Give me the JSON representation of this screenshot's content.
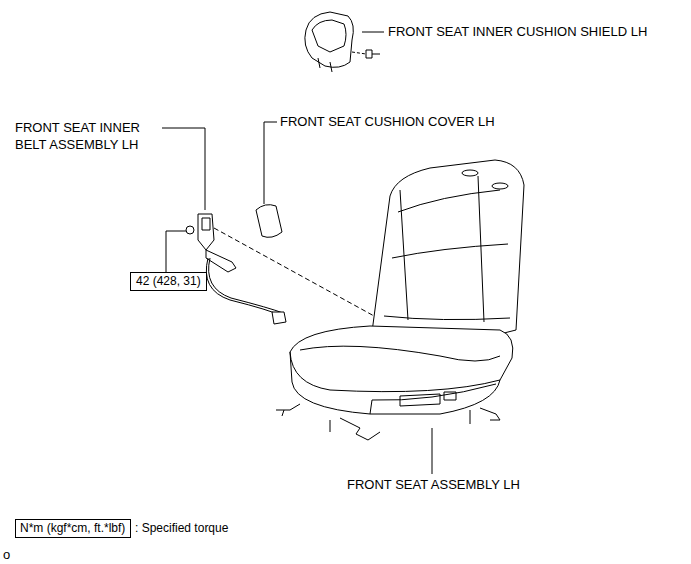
{
  "diagram": {
    "nodes": [
      {
        "text": [
          "42 (428, 31)"
        ]
      },
      {
        "text": [
          "N*m (kgf*cm, ft.*lbf)"
        ]
      }
    ],
    "labels": [
      "FRONT SEAT INNER CUSHION SHIELD LH",
      "FRONT SEAT INNER BELT ASSEMBLY LH",
      "FRONT SEAT CUSHION COVER LH",
      "FRONT SEAT ASSEMBLY LH",
      ": Specified torque",
      "o"
    ]
  }
}
